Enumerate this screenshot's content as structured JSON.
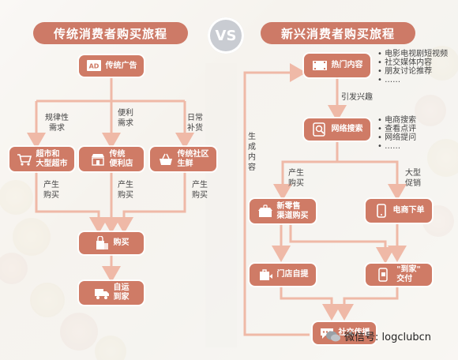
{
  "headers": {
    "traditional": "传统消费者购买旅程",
    "vs": "VS",
    "new": "新兴消费者购买旅程"
  },
  "traditional": {
    "ad_node": "传统广告",
    "needs": [
      "规律性\n需求",
      "便利\n需求",
      "日常\n补货"
    ],
    "channels": [
      "超市和\n大型超市",
      "传统\n便利店",
      "传统社区\n生鲜"
    ],
    "produce_purchase": [
      "产生\n购买",
      "产生\n购买",
      "产生\n购买"
    ],
    "buy_node": "购买",
    "deliver_node": "自运\n到家"
  },
  "new_journey": {
    "hot_content": "热门内容",
    "hot_content_list": [
      "电影电视剧短视频",
      "社交媒体内容",
      "朋友讨论推荐",
      "……"
    ],
    "spark_interest": "引发兴趣",
    "web_search": "网络搜索",
    "search_list": [
      "电商搜索",
      "查看点评",
      "网络提问",
      "……"
    ],
    "generate_content": "生\n成\n内\n容",
    "produce_purchase": "产生\n购买",
    "big_promo": "大型\n促销",
    "new_retail": "新零售\n渠道购买",
    "ecommerce_order": "电商下单",
    "store_pickup": "门店自提",
    "delivery": "\"到家\"\n交付",
    "social_share": "社交传播"
  },
  "watermark": "微信号: logclubcn",
  "colors": {
    "node": "#cf7b66",
    "header": "#cd7a67",
    "arrow": "#efb9a7",
    "vs": "#c9ccd2"
  }
}
